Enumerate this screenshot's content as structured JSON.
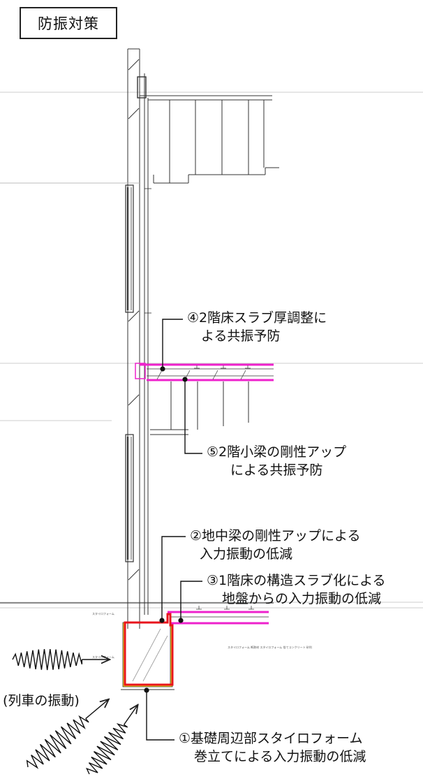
{
  "title": "防振対策",
  "annotations": {
    "a4": {
      "line1": "④2階床スラブ厚調整に",
      "line2": "よる共振予防"
    },
    "a5": {
      "line1": "⑤2階小梁の剛性アップ",
      "line2": "による共振予防"
    },
    "a2": {
      "line1": "②地中梁の剛性アップによる",
      "line2": "入力振動の低減"
    },
    "a3": {
      "line1": "③1階床の構造スラブ化による",
      "line2": "地盤からの入力振動の低減"
    },
    "a1": {
      "line1": "①基礎周辺部スタイロフォーム",
      "line2": "巻立てによる入力振動の低減"
    }
  },
  "train_label": "(列車の振動)",
  "drawing_notes": [
    "スタイロフォーム",
    "スタイロフォーム",
    "スタイロフォーム 断熱材 スタイロフォーム 捨てコンクリート 砂利"
  ],
  "colors": {
    "slab_highlight": "#ee22cc",
    "beam_outline": "#e8141c",
    "insulation": "#f4d21a",
    "line": "#333333"
  }
}
